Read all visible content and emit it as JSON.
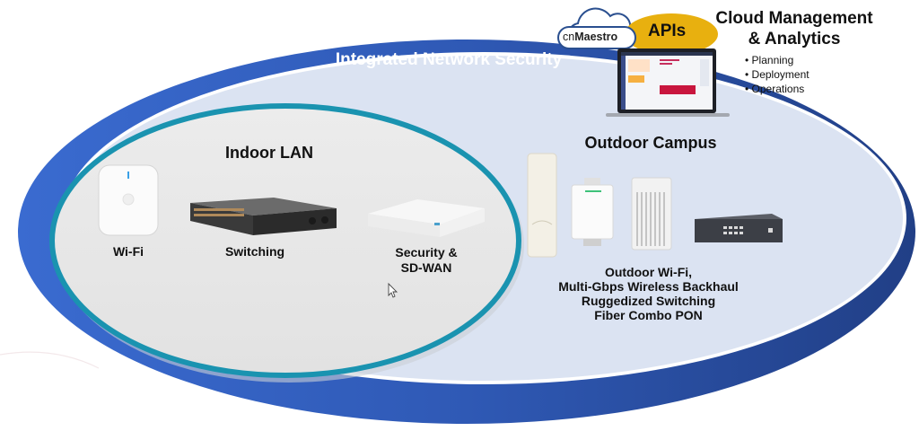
{
  "banner": {
    "label": "Integrated Network Security"
  },
  "cloud": {
    "brand": "cnMaestro",
    "brand_prefix": "cn",
    "brand_suffix": "Maestro",
    "apis_label": "APIs",
    "title_line1": "Cloud Management",
    "title_line2": "& Analytics",
    "bullets": [
      "Planning",
      "Deployment",
      "Operations"
    ]
  },
  "indoor": {
    "title": "Indoor LAN",
    "devices": [
      {
        "icon": "wifi-access-point-icon",
        "label": "Wi-Fi"
      },
      {
        "icon": "network-switch-icon",
        "label": "Switching"
      },
      {
        "icon": "sd-wan-router-icon",
        "label_line1": "Security &",
        "label_line2": "SD-WAN"
      }
    ]
  },
  "outdoor": {
    "title": "Outdoor Campus",
    "devices": [
      {
        "icon": "outdoor-ap-tube-icon"
      },
      {
        "icon": "outdoor-ap-box-icon"
      },
      {
        "icon": "outdoor-sector-radio-icon"
      },
      {
        "icon": "ruggedized-switch-icon"
      }
    ],
    "caption_lines": [
      "Outdoor Wi-Fi,",
      "Multi-Gbps Wireless Backhaul",
      "Ruggedized Switching",
      "Fiber Combo PON"
    ]
  },
  "colors": {
    "ring_left": "#3563c6",
    "ring_right": "#22428a",
    "outer_fill": "#dde5f3",
    "indoor_fill": "#e6e6e6",
    "indoor_ring": "#1a93b0",
    "apis_fill": "#e8b00f"
  }
}
